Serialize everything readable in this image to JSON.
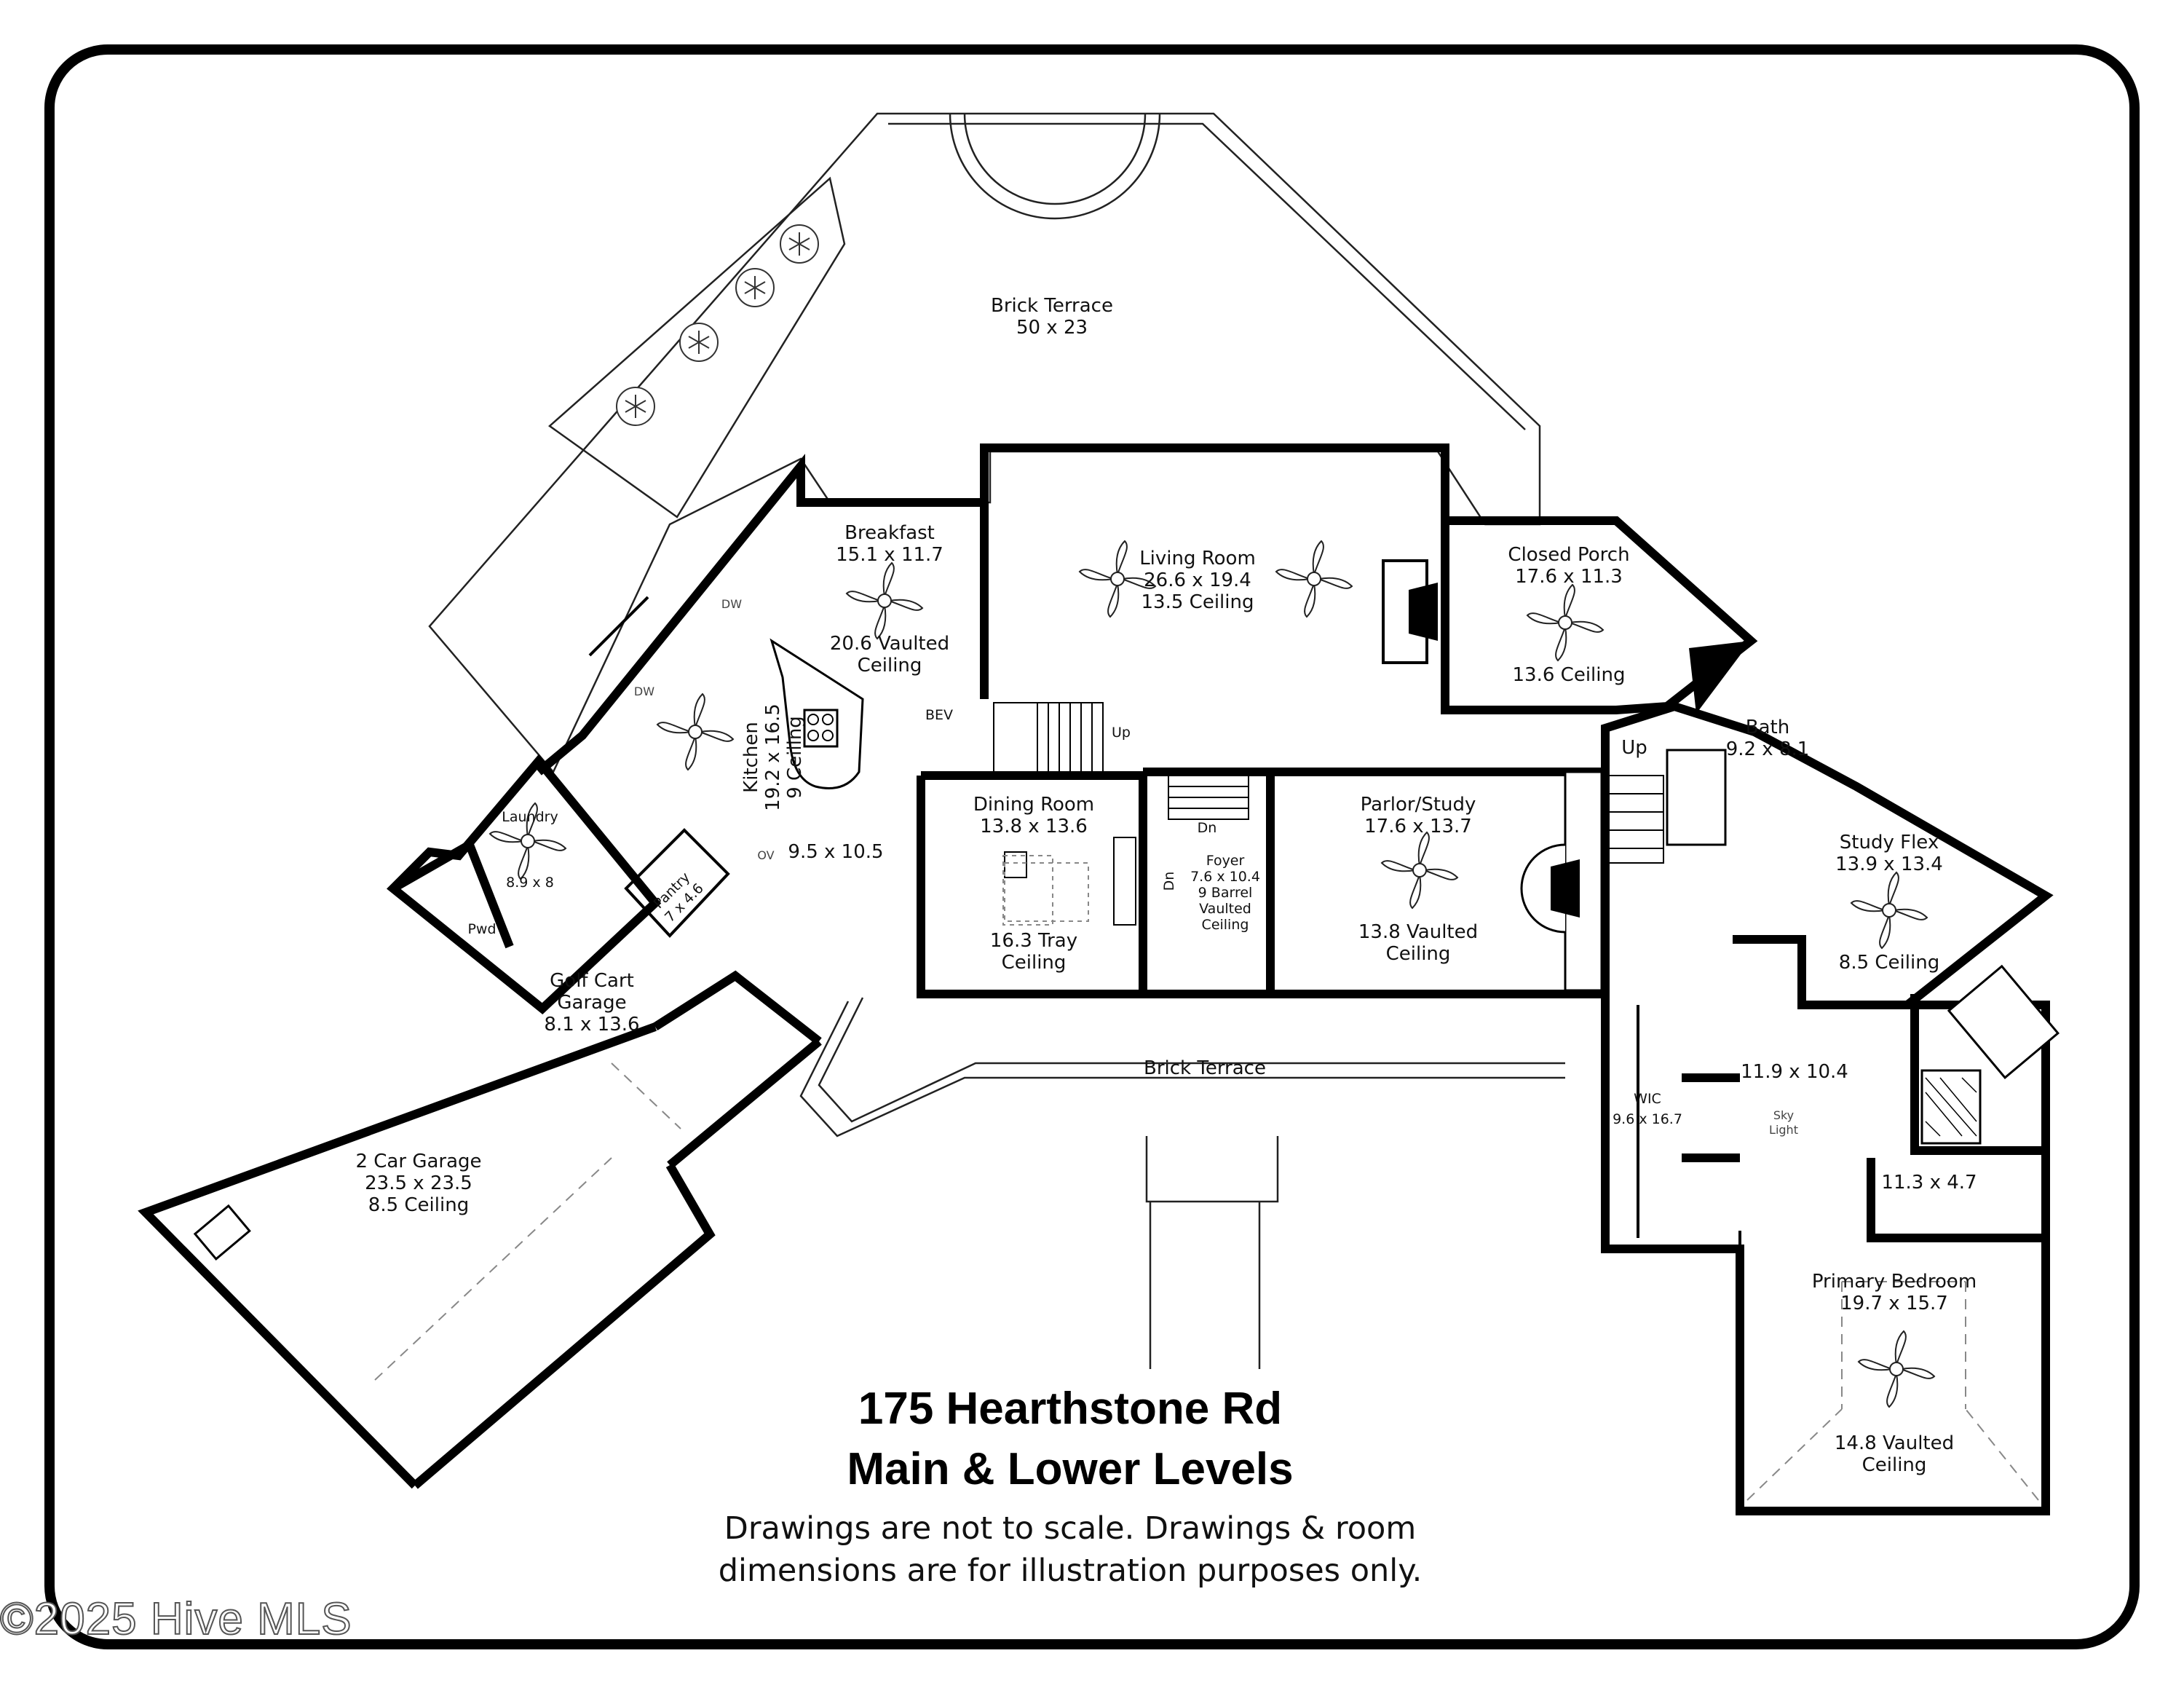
{
  "title": {
    "line1": "175 Hearthstone Rd",
    "line2": "Main & Lower Levels"
  },
  "disclaimer": {
    "line1": "Drawings are not to scale. Drawings & room",
    "line2": "dimensions are for illustration purposes only."
  },
  "watermark": "©2025 Hive MLS",
  "rooms": {
    "brick_terrace_top": {
      "name": "Brick Terrace",
      "size": "50 x 23"
    },
    "breakfast": {
      "name": "Breakfast",
      "size": "15.1 x 11.7",
      "ceiling1": "20.6 Vaulted",
      "ceiling2": "Ceiling"
    },
    "living_room": {
      "name": "Living Room",
      "size": "26.6 x 19.4",
      "ceiling": "13.5 Ceiling"
    },
    "closed_porch": {
      "name": "Closed Porch",
      "size": "17.6 x 11.3",
      "ceiling": "13.6 Ceiling"
    },
    "kitchen": {
      "name": "Kitchen",
      "size": "19.2 x 16.5",
      "ceiling": "9 Ceiling"
    },
    "bath": {
      "name": "Bath",
      "size": "9.2 x 8.1"
    },
    "laundry": {
      "name": "Laundry",
      "size": "8.9 x 8"
    },
    "pantry": {
      "name": "Pantry",
      "size": "7 x 4.6"
    },
    "pwd": {
      "name": "Pwd"
    },
    "mudroom": {
      "size": "9.5 x 10.5"
    },
    "dining_room": {
      "name": "Dining Room",
      "size": "13.8 x 13.6",
      "ceiling1": "16.3 Tray",
      "ceiling2": "Ceiling"
    },
    "foyer": {
      "name": "Foyer",
      "size": "7.6 x 10.4",
      "c1": "9 Barrel",
      "c2": "Vaulted",
      "c3": "Ceiling"
    },
    "parlor": {
      "name": "Parlor/Study",
      "size": "17.6 x 13.7",
      "ceiling1": "13.8 Vaulted",
      "ceiling2": "Ceiling"
    },
    "study_flex": {
      "name": "Study Flex",
      "size": "13.9 x 13.4",
      "ceiling": "8.5 Ceiling"
    },
    "golf_cart": {
      "name1": "Golf Cart",
      "name2": "Garage",
      "size": "8.1 x 13.6"
    },
    "brick_terrace_front": {
      "name": "Brick Terrace"
    },
    "wic": {
      "name": "WIC",
      "size": "9.6 x 16.7"
    },
    "primary_hall": {
      "size": "11.9 x 10.4"
    },
    "skylight": {
      "l1": "Sky",
      "l2": "Light"
    },
    "primary_bath": {
      "size": "11.3 x 4.7"
    },
    "garage": {
      "name": "2 Car Garage",
      "size": "23.5 x 23.5",
      "ceiling": "8.5 Ceiling"
    },
    "primary_bedroom": {
      "name": "Primary Bedroom",
      "size": "19.7 x 15.7",
      "ceiling1": "14.8 Vaulted",
      "ceiling2": "Ceiling"
    }
  },
  "fixtures": {
    "bev": "BEV",
    "dw": "DW",
    "ov": "OV",
    "up": "Up",
    "dn": "Dn"
  }
}
